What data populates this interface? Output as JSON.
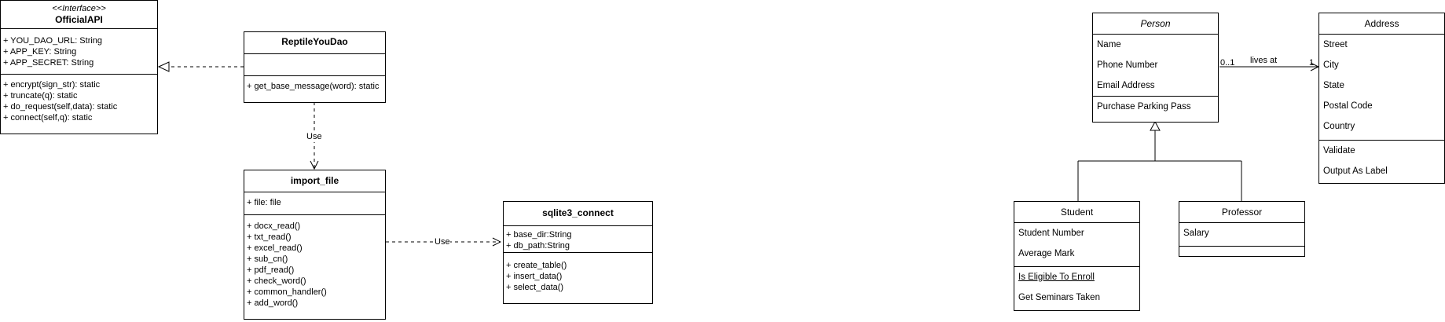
{
  "official_api": {
    "stereotype": "<<Interface>>",
    "name": "OfficialAPI",
    "attributes": [
      "+ YOU_DAO_URL: String",
      "+ APP_KEY: String",
      "+ APP_SECRET:  String"
    ],
    "methods": [
      "+ encrypt(sign_str): static",
      "+ truncate(q): static",
      "+ do_request(self,data): static",
      "+ connect(self,q): static"
    ]
  },
  "reptile_youdao": {
    "name": "ReptileYouDao",
    "methods": [
      "+ get_base_message(word): static"
    ]
  },
  "import_file": {
    "name": "import_file",
    "attributes": [
      "+ file: file"
    ],
    "methods": [
      "+ docx_read()",
      "+ txt_read()",
      "+ excel_read()",
      "+ sub_cn()",
      "+ pdf_read()",
      "+ check_word()",
      "+ common_handler()",
      "+ add_word()"
    ]
  },
  "sqlite3_connect": {
    "name": "sqlite3_connect",
    "attributes": [
      "+ base_dir:String",
      "+ db_path:String"
    ],
    "methods": [
      "+ create_table()",
      "+ insert_data()",
      "+ select_data()"
    ]
  },
  "person": {
    "name": "Person",
    "attributes": [
      "Name",
      "Phone Number",
      "Email Address"
    ],
    "methods": [
      "Purchase Parking Pass"
    ]
  },
  "address": {
    "name": "Address",
    "attributes": [
      "Street",
      "City",
      "State",
      "Postal Code",
      "Country"
    ],
    "methods": [
      "Validate",
      "Output As Label"
    ]
  },
  "student": {
    "name": "Student",
    "attributes": [
      "Student Number",
      "Average Mark"
    ],
    "methods": [
      "Is Eligible To Enroll",
      "Get Seminars Taken"
    ]
  },
  "professor": {
    "name": "Professor",
    "attributes": [
      "Salary"
    ]
  },
  "relations": {
    "use_label_1": "Use",
    "use_label_2": "Use",
    "lives_at": "lives at",
    "mult_person": "0..1",
    "mult_address": "1"
  }
}
